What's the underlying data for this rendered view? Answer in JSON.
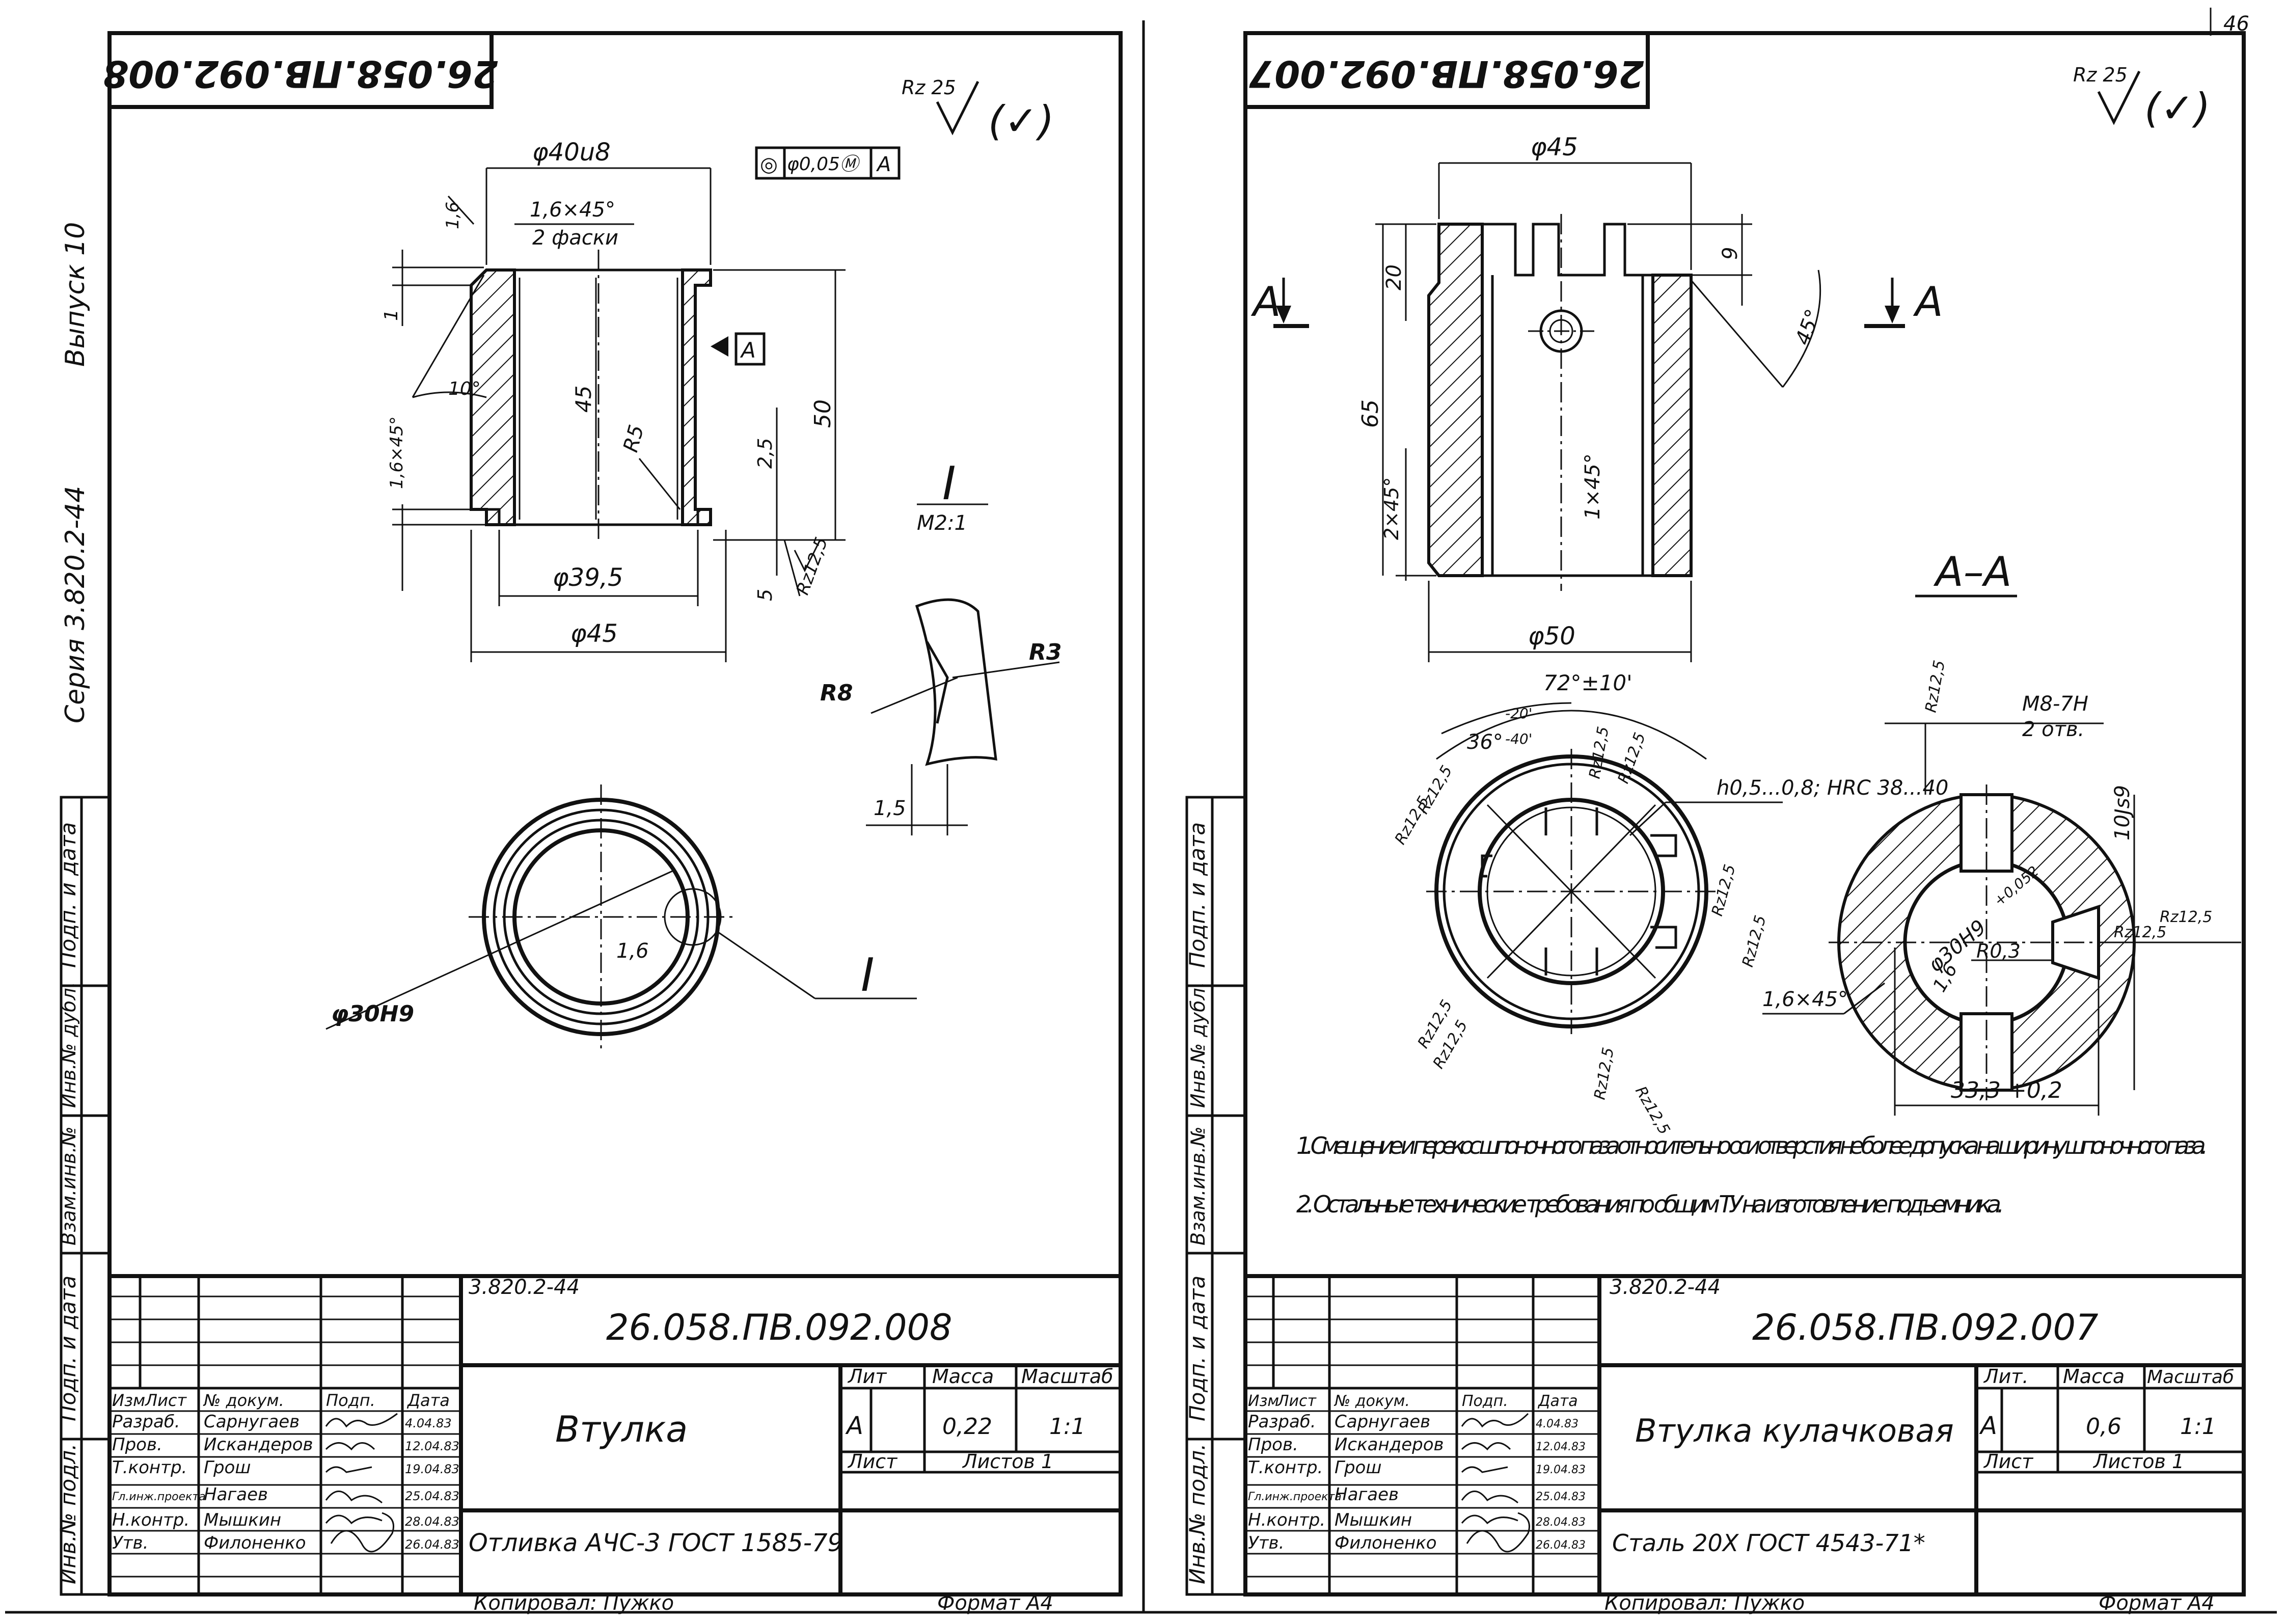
{
  "page_number": "46",
  "left_sheet": {
    "stamp_code": "26.058.ПВ.092.008",
    "roughness_general": "Rz 25",
    "roughness_general_mark": "(✓)",
    "margin_text": {
      "vypusk": "Выпуск 10",
      "seriya": "Серия 3.820.2-44"
    },
    "side_fields": [
      "Подп. и дата",
      "Инв.№ дубл.",
      "Взам.инв.№",
      "Подп. и дата",
      "Инв.№ подл."
    ],
    "dimensions": {
      "d40u8": "φ40u8",
      "tolerance_frame": [
        "◎",
        "φ0,05Ⓜ",
        "A"
      ],
      "chamfer_top": "1,6×45°",
      "chamfer_top_note": "2 фаски",
      "dim_1_6": "1,6",
      "dim_1": "1",
      "angle_10": "10°",
      "chamfer_side": "1,6×45°",
      "dim_45": "45",
      "r5": "R5",
      "dim_2_5": "2,5",
      "dim_50": "50",
      "dim_5": "5",
      "rz12_5": "Rz12,5",
      "d39_5": "φ39,5",
      "d45": "φ45",
      "datum_a": "A",
      "detail_label": "I",
      "detail_scale": "М2:1",
      "r8": "R8",
      "r3": "R3",
      "dim_1_5": "1,5",
      "d30h9": "φ30Н9",
      "dim_1_6b": "1,6",
      "detail_callout": "I"
    },
    "title_block": {
      "series_ref": "3.820.2-44",
      "code": "26.058.ПВ.092.008",
      "name": "Втулка",
      "material": "Отливка АЧС-3 ГОСТ 1585-79",
      "lit_header": "Лит",
      "mass_header": "Масса",
      "scale_header": "Масштаб",
      "lit": "А",
      "mass": "0,22",
      "scale": "1:1",
      "sheet_label": "Лист",
      "sheets_label": "Листов 1",
      "col_headers": [
        "Изм",
        "Лист",
        "№ докум.",
        "Подп.",
        "Дата"
      ],
      "rows": [
        {
          "role": "Разраб.",
          "name": "Сарнугаев",
          "date": "4.04.83"
        },
        {
          "role": "Пров.",
          "name": "Искандеров",
          "date": "12.04.83"
        },
        {
          "role": "Т.контр.",
          "name": "Грош",
          "date": "19.04.83"
        },
        {
          "role": "Гл.инж.проекта",
          "name": "Нагаев",
          "date": "25.04.83"
        },
        {
          "role": "Н.контр.",
          "name": "Мышкин",
          "date": "28.04.83"
        },
        {
          "role": "Утв.",
          "name": "Филоненко",
          "date": "26.04.83"
        }
      ],
      "copied_by": "Копировал: Пужко",
      "format": "Формат А4"
    }
  },
  "right_sheet": {
    "stamp_code": "26.058.ПВ.092.007",
    "roughness_general": "Rz 25",
    "roughness_general_mark": "(✓)",
    "side_fields": [
      "Подп. и дата",
      "Инв.№ дубл.",
      "Взам.инв.№",
      "Подп. и дата",
      "Инв.№ подл."
    ],
    "dimensions": {
      "d45": "φ45",
      "dim_20": "20",
      "dim_9": "9",
      "angle_45": "45°",
      "section_a_left": "A",
      "section_a_right": "A",
      "dim_65": "65",
      "chamfer_2x45": "2×45°",
      "chamfer_1x45": "1×45°",
      "d50": "φ50",
      "section_title": "А–А",
      "angle_72": "72°±10'",
      "angle_36": "36°",
      "angle_36_tol_upper": "-20'",
      "angle_36_tol_lower": "-40'",
      "hardness": "h0,5...0,8; HRC 38...40",
      "rz_labels": [
        "Rz12,5",
        "Rz12,5",
        "Rz12,5",
        "Rz12,5",
        "Rz12,5",
        "Rz12,5",
        "Rz12,5",
        "Rz12,5",
        "Rz12,5",
        "Rz12,5"
      ],
      "thread": "M8-7H",
      "thread_note": "2 отв.",
      "d30h9": "φ30Н9",
      "d30h9_tol": "+0,052",
      "r0_3": "R0,3",
      "dim_1_6": "1,6",
      "chamfer_1_6": "1,6×45°",
      "dim_10js9": "10Js9",
      "dim_33_3": "33,3 +0,2"
    },
    "notes": [
      "1. Смещение и перекос шпоночного паза относительно оси отверстия не более допуска на ширину шпоночного паза.",
      "2. Остальные технические требования по общим ТУ на изготовление подъемника."
    ],
    "title_block": {
      "series_ref": "3.820.2-44",
      "code": "26.058.ПВ.092.007",
      "name": "Втулка кулачковая",
      "material": "Сталь 20Х ГОСТ 4543-71*",
      "lit_header": "Лит.",
      "mass_header": "Масса",
      "scale_header": "Масштаб",
      "lit": "А",
      "mass": "0,6",
      "scale": "1:1",
      "sheet_label": "Лист",
      "sheets_label": "Листов 1",
      "col_headers": [
        "Изм",
        "Лист",
        "№ докум.",
        "Подп.",
        "Дата"
      ],
      "rows": [
        {
          "role": "Разраб.",
          "name": "Сарнугаев",
          "date": "4.04.83"
        },
        {
          "role": "Пров.",
          "name": "Искандеров",
          "date": "12.04.83"
        },
        {
          "role": "Т.контр.",
          "name": "Грош",
          "date": "19.04.83"
        },
        {
          "role": "Гл.инж.проекта",
          "name": "Нагаев",
          "date": "25.04.83"
        },
        {
          "role": "Н.контр.",
          "name": "Мышкин",
          "date": "28.04.83"
        },
        {
          "role": "Утв.",
          "name": "Филоненко",
          "date": "26.04.83"
        }
      ],
      "copied_by": "Копировал: Пужко",
      "format": "Формат А4"
    }
  }
}
